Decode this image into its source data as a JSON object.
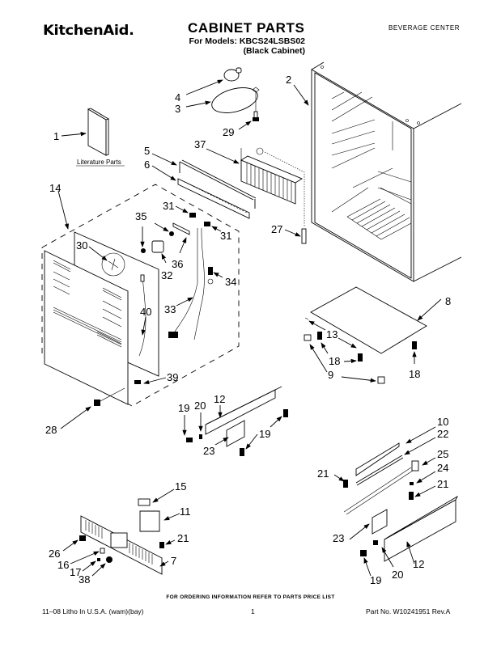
{
  "header": {
    "brand": "KitchenAid.",
    "title": "CABINET PARTS",
    "models_line": "For Models: KBCS24LSBS02",
    "variant": "(Black Cabinet)",
    "category": "BEVERAGE CENTER"
  },
  "diagram": {
    "literature_caption": "Literature Parts",
    "callouts": {
      "c1": "1",
      "c2": "2",
      "c3": "3",
      "c4": "4",
      "c5": "5",
      "c6": "6",
      "c7": "7",
      "c8": "8",
      "c9": "9",
      "c10": "10",
      "c11": "11",
      "c12a": "12",
      "c12b": "12",
      "c13": "13",
      "c14": "14",
      "c15": "15",
      "c16": "16",
      "c17": "17",
      "c18a": "18",
      "c18b": "18",
      "c19a": "19",
      "c19b": "19",
      "c19c": "19",
      "c20a": "20",
      "c20b": "20",
      "c21a": "21",
      "c21b": "21",
      "c21c": "21",
      "c22": "22",
      "c23a": "23",
      "c23b": "23",
      "c24": "24",
      "c25": "25",
      "c26": "26",
      "c27": "27",
      "c28": "28",
      "c29": "29",
      "c30": "30",
      "c31a": "31",
      "c31b": "31",
      "c32": "32",
      "c33": "33",
      "c34": "34",
      "c35": "35",
      "c36": "36",
      "c37": "37",
      "c38": "38",
      "c39": "39",
      "c40": "40"
    }
  },
  "footer": {
    "order_note": "FOR ORDERING INFORMATION REFER TO PARTS PRICE LIST",
    "print_info": "11–08 Litho In U.S.A. (wam)(bay)",
    "page_number": "1",
    "part_number": "Part No. W10241951 Rev.A"
  }
}
